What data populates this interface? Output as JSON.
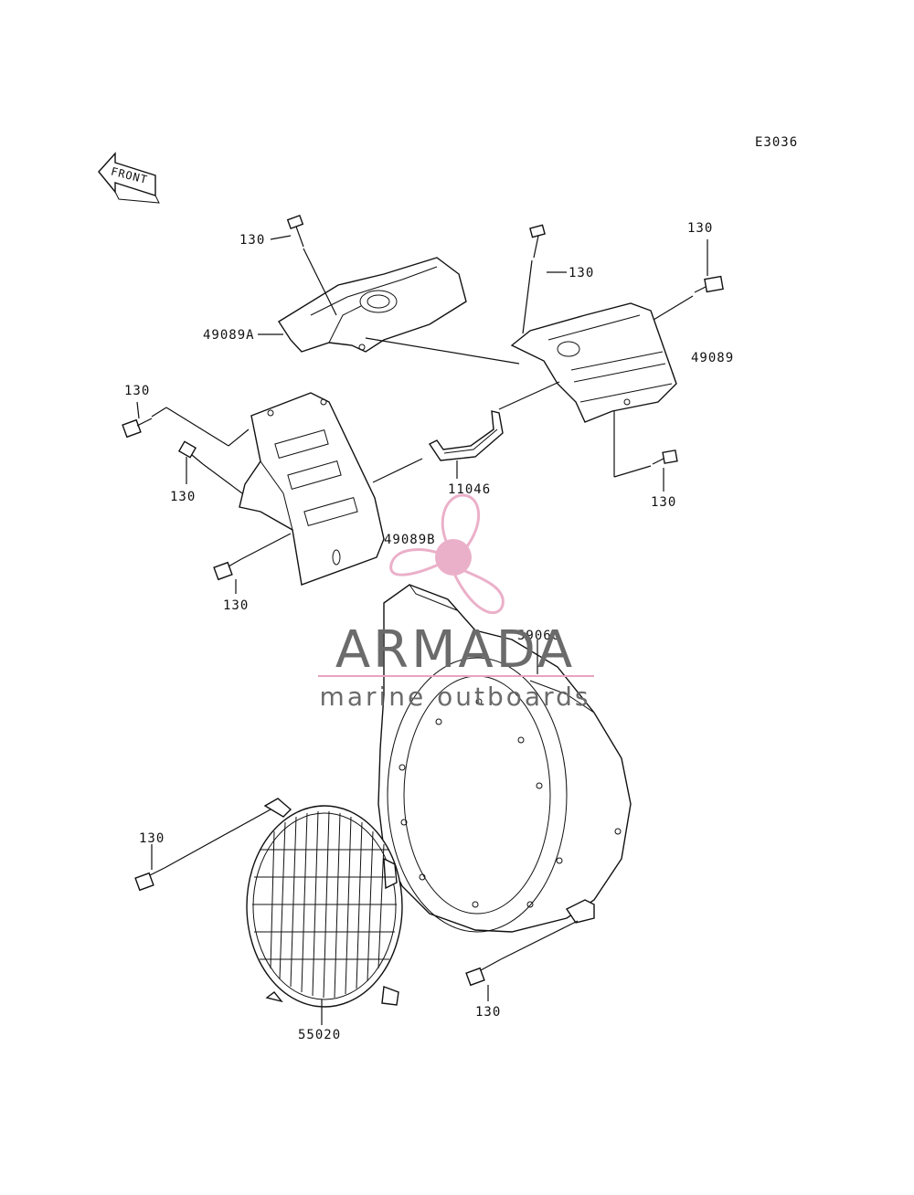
{
  "diagram_code": "E3036",
  "front_label": "FRONT",
  "callouts": {
    "bolt_a": "130",
    "bolt_b": "130",
    "bolt_c": "130",
    "bolt_d": "130",
    "bolt_e": "130",
    "bolt_f": "130",
    "bolt_g": "130",
    "bolt_h": "130",
    "bolt_i": "130",
    "cover_a": "49089A",
    "cover": "49089",
    "cover_b": "49089B",
    "clamp": "11046",
    "fan_housing": "59066",
    "screen": "55020"
  },
  "watermark": {
    "brand": "ARMADA",
    "tagline": "marine outboards",
    "brand_color": "#e8a3c0",
    "text_color": "#6b6b6b"
  }
}
